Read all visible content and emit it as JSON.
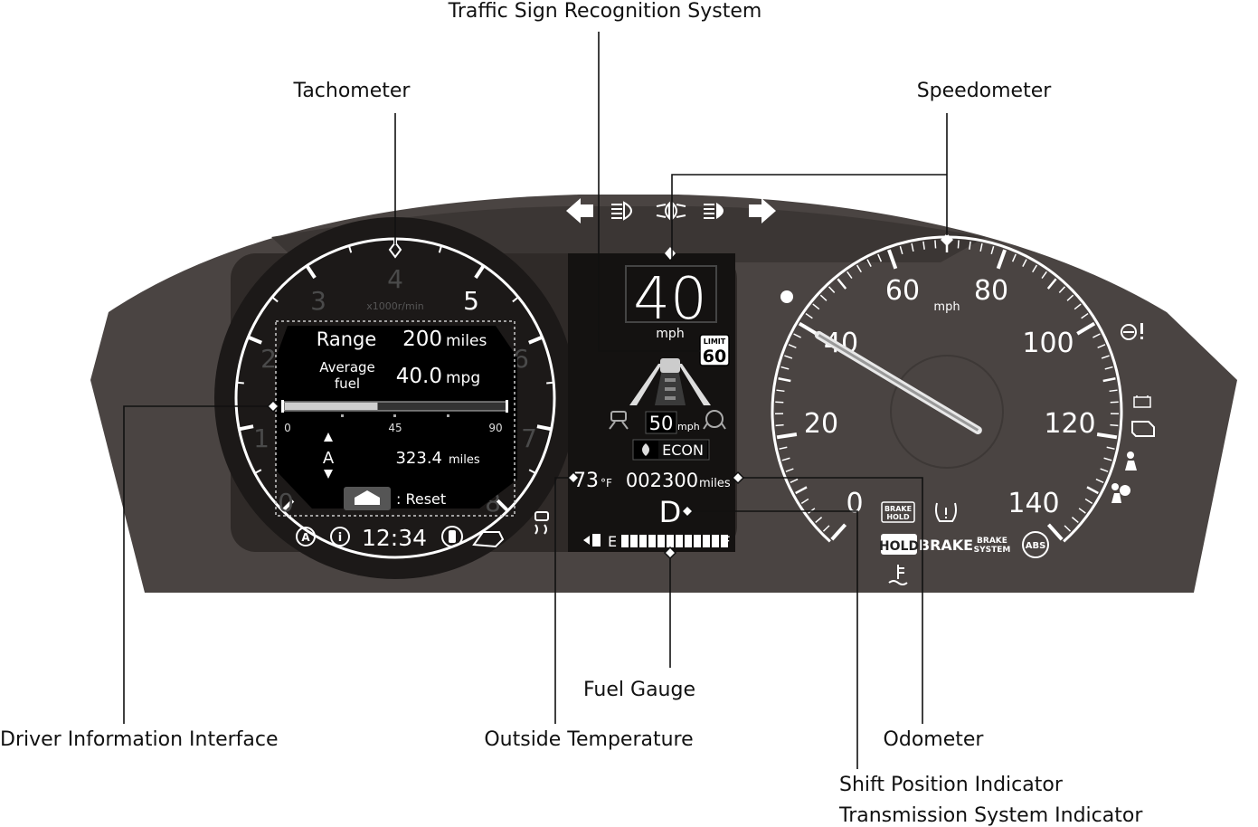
{
  "callouts": {
    "traffic_sign": "Traffic Sign Recognition System",
    "tachometer": "Tachometer",
    "speedometer": "Speedometer",
    "driver_info": "Driver Information Interface",
    "fuel_gauge": "Fuel Gauge",
    "outside_temp": "Outside Temperature",
    "odometer": "Odometer",
    "shift_position": "Shift Position Indicator",
    "transmission": "Transmission System Indicator"
  },
  "tachometer": {
    "numbers": [
      "0",
      "1",
      "2",
      "3",
      "4",
      "5",
      "6",
      "7",
      "8"
    ],
    "unit": "x1000r/min"
  },
  "info_display": {
    "range_label": "Range",
    "range_value": "200",
    "range_unit": "miles",
    "avg_label_1": "Average",
    "avg_label_2": "fuel",
    "avg_value": "40.0",
    "avg_unit": "mpg",
    "bar_fraction": 0.42,
    "bar_ticks": [
      "0",
      "45",
      "90"
    ],
    "trip_letter": "A",
    "trip_value": "323.4",
    "trip_unit": "miles",
    "reset_label": ": Reset"
  },
  "status_bar": {
    "clock": "12:34"
  },
  "center": {
    "speed": "40",
    "speed_unit": "mph",
    "limit_label": "LIMIT",
    "limit_value": "60",
    "acc_speed": "50",
    "acc_unit": "mph",
    "econ": "ECON",
    "temp": "73",
    "temp_unit": "°F",
    "odometer": "002300",
    "odo_unit": "miles",
    "gear": "D",
    "fuel_e": "E",
    "fuel_f": "F",
    "fuel_segments": 12,
    "fuel_level": 1.0
  },
  "speedometer": {
    "numbers": [
      "0",
      "20",
      "40",
      "60",
      "80",
      "100",
      "120",
      "140"
    ],
    "unit": "mph",
    "needle_mph": 40
  },
  "indicators": {
    "brake_hold_1": "BRAKE",
    "brake_hold_2": "HOLD",
    "hold": "HOLD",
    "brake": "BRAKE",
    "brake_system_1": "BRAKE",
    "brake_system_2": "SYSTEM",
    "abs": "ABS"
  },
  "colors": {
    "housing": "#4a4442",
    "panel": "#2f2a28",
    "screen": "#000000",
    "text": "#111111"
  }
}
